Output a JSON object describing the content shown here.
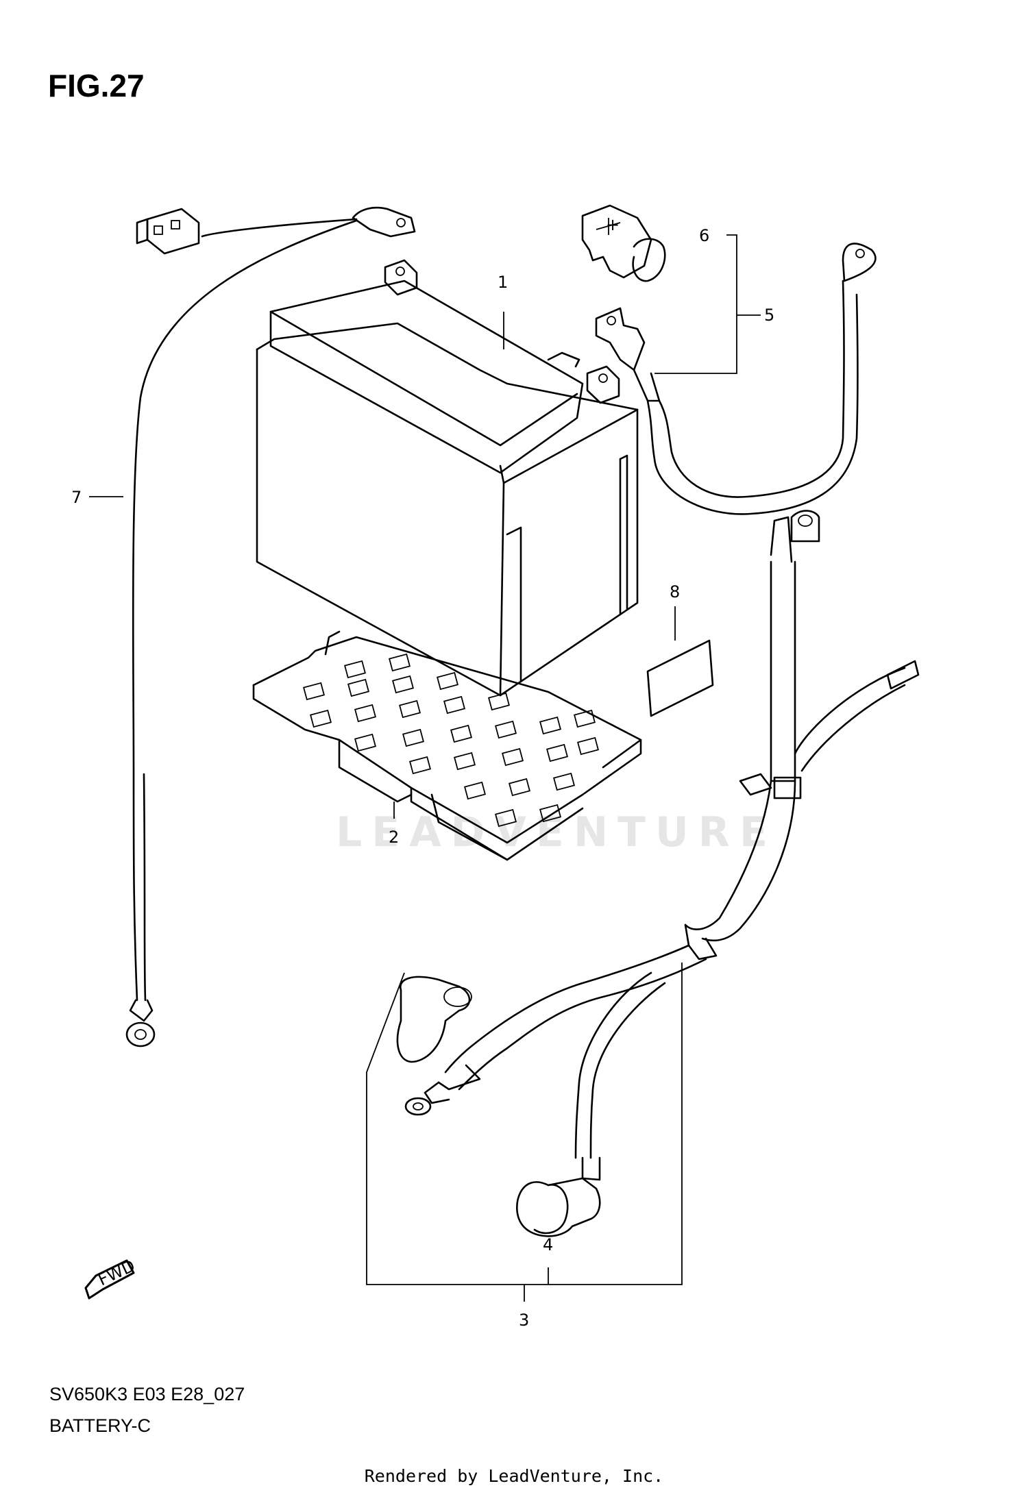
{
  "figure": {
    "title": "FIG.27",
    "code": "SV650K3 E03 E28_027",
    "subtitle": "BATTERY-C",
    "footer": "Rendered by LeadVenture, Inc.",
    "watermark": "LEADVENTURE",
    "fwd_label": "FWD",
    "plus_symbol": "+"
  },
  "callouts": [
    "1",
    "2",
    "3",
    "4",
    "5",
    "6",
    "7",
    "8"
  ]
}
